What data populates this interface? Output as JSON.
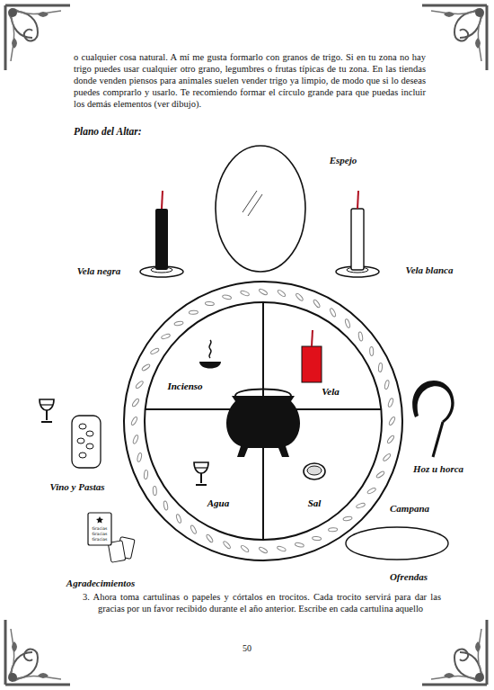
{
  "diagram": {
    "title": "Plano del Altar:",
    "nodes": [
      {
        "text": [
          "Incienso"
        ]
      },
      {
        "text": [
          "Vela"
        ]
      },
      {
        "text": [
          "Agua"
        ]
      },
      {
        "text": [
          "Sal"
        ]
      }
    ],
    "labels": [
      "o cualquier cosa natural. A mí me gusta formarlo con granos de trigo. Si en tu zona no hay trigo puedes usar cualquier otro grano, legumbres o frutas típicas de tu zona. En las tiendas donde venden piensos para animales suelen vender trigo ya limpio, de modo que si lo deseas puedes comprarlo y usarlo. Te recomiendo formar el círculo grande para que puedas incluir los demás elementos (ver dibujo).",
      "Espejo",
      "Vela negra",
      "Vela blanca",
      "Vino y Pastas",
      "Hoz u horca",
      "Campana",
      "Ofrendas",
      "Agradecimientos",
      "Gracias",
      "Gracias",
      "Gracias",
      "3. Ahora toma cartulinas o papeles y córtalos en trocitos. Cada trocito servirá para dar las gracias por un favor recibido durante el año anterior. Escribe en cada cartulina aquello",
      "50"
    ]
  }
}
